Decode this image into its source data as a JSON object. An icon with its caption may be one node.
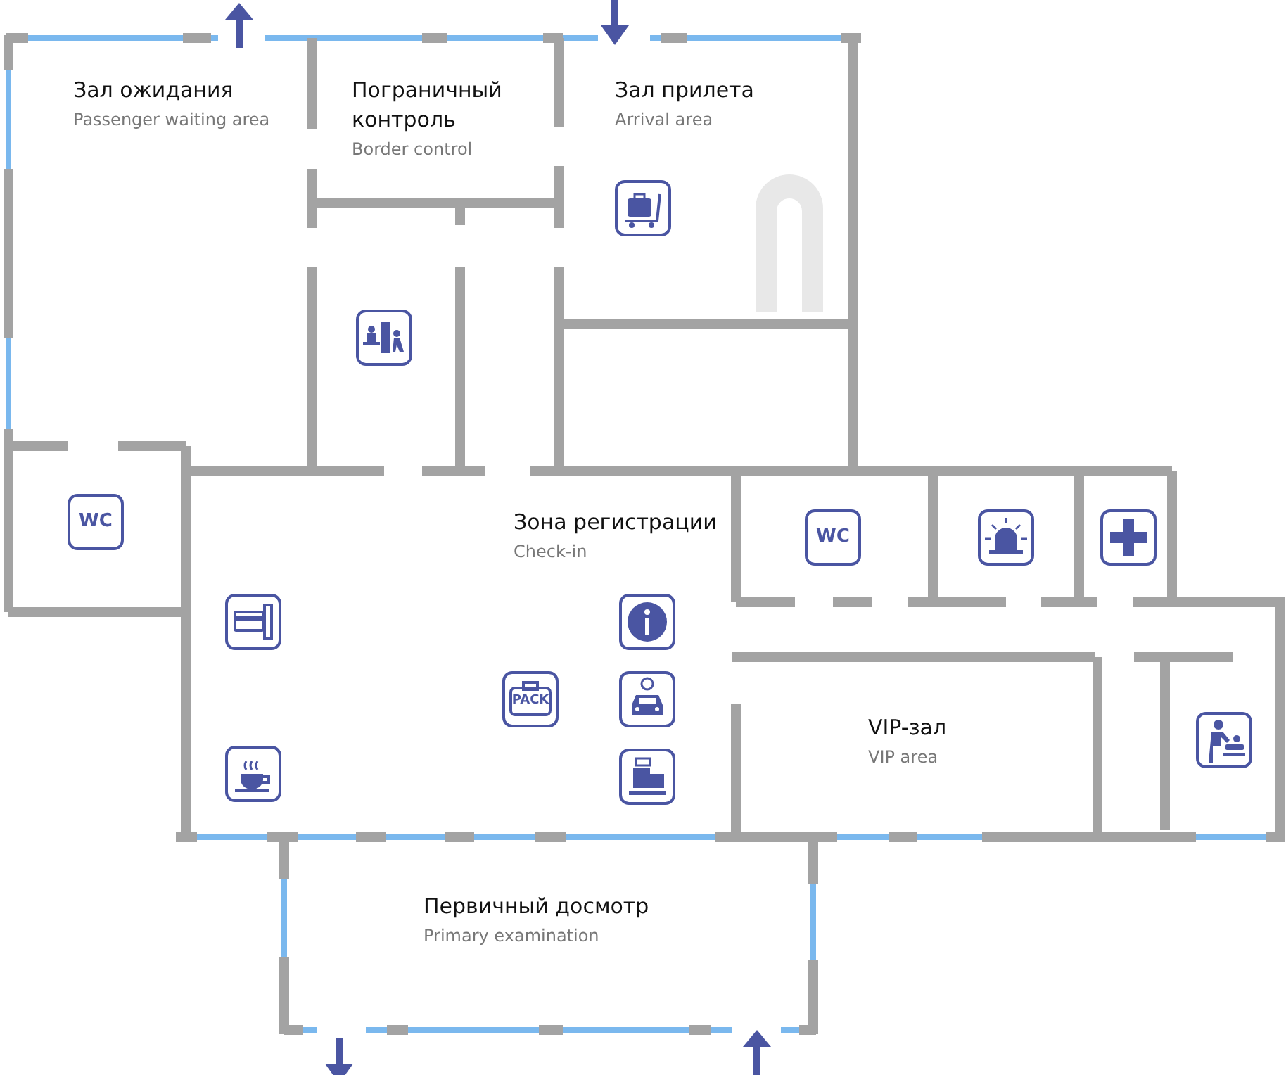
{
  "diagram": {
    "nodes": [
      {
        "text": [
          "Зал ожидания",
          "Passenger waiting area"
        ]
      },
      {
        "text": [
          "Пограничный контроль",
          "Border control"
        ]
      },
      {
        "text": [
          "Зал прилета",
          "Arrival area"
        ]
      },
      {
        "text": [
          "Зона регистрации",
          "Check-in"
        ]
      },
      {
        "text": [
          "VIP-зал",
          "VIP area"
        ]
      },
      {
        "text": [
          "Первичный досмотр",
          "Primary examination"
        ]
      }
    ],
    "labels": [
      "WC",
      "WC",
      "PACK"
    ]
  }
}
